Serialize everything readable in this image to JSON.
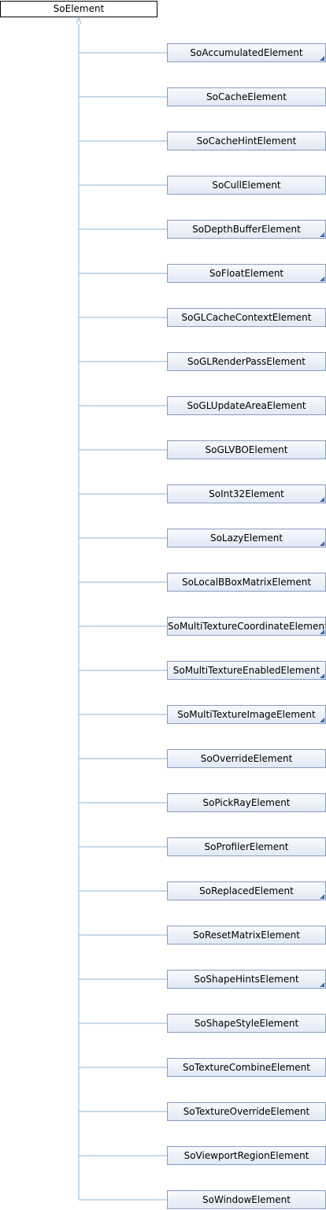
{
  "root": {
    "label": "SoElement"
  },
  "colors": {
    "edge": "#8fb4d6",
    "node_border": "#8a9bc4",
    "node_fill_top": "#f7f9fd",
    "node_fill_bottom": "#e2e9f5",
    "fold_marker": "#3a6bb5"
  },
  "children": [
    {
      "label": "SoAccumulatedElement",
      "has_children": true
    },
    {
      "label": "SoCacheElement",
      "has_children": false
    },
    {
      "label": "SoCacheHintElement",
      "has_children": false
    },
    {
      "label": "SoCullElement",
      "has_children": false
    },
    {
      "label": "SoDepthBufferElement",
      "has_children": true
    },
    {
      "label": "SoFloatElement",
      "has_children": true
    },
    {
      "label": "SoGLCacheContextElement",
      "has_children": false
    },
    {
      "label": "SoGLRenderPassElement",
      "has_children": false
    },
    {
      "label": "SoGLUpdateAreaElement",
      "has_children": false
    },
    {
      "label": "SoGLVBOElement",
      "has_children": false
    },
    {
      "label": "SoInt32Element",
      "has_children": true
    },
    {
      "label": "SoLazyElement",
      "has_children": true
    },
    {
      "label": "SoLocalBBoxMatrixElement",
      "has_children": false
    },
    {
      "label": "SoMultiTextureCoordinateElement",
      "has_children": true
    },
    {
      "label": "SoMultiTextureEnabledElement",
      "has_children": true
    },
    {
      "label": "SoMultiTextureImageElement",
      "has_children": true
    },
    {
      "label": "SoOverrideElement",
      "has_children": false
    },
    {
      "label": "SoPickRayElement",
      "has_children": false
    },
    {
      "label": "SoProfilerElement",
      "has_children": false
    },
    {
      "label": "SoReplacedElement",
      "has_children": true
    },
    {
      "label": "SoResetMatrixElement",
      "has_children": false
    },
    {
      "label": "SoShapeHintsElement",
      "has_children": true
    },
    {
      "label": "SoShapeStyleElement",
      "has_children": false
    },
    {
      "label": "SoTextureCombineElement",
      "has_children": false
    },
    {
      "label": "SoTextureOverrideElement",
      "has_children": false
    },
    {
      "label": "SoViewportRegionElement",
      "has_children": false
    },
    {
      "label": "SoWindowElement",
      "has_children": false
    }
  ]
}
